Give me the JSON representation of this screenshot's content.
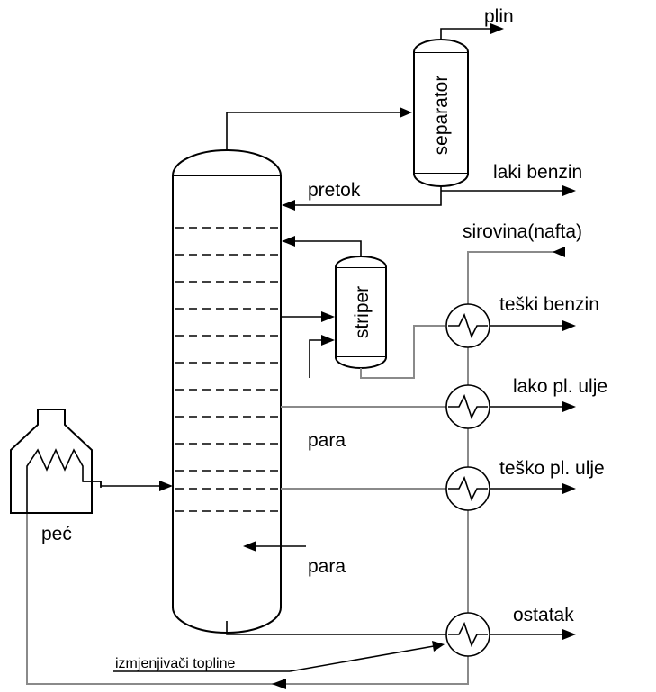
{
  "labels": {
    "plin": "plin",
    "separator": "separator",
    "laki_benzin": "laki benzin",
    "pretok": "pretok",
    "sirovina": "sirovina(nafta)",
    "striper": "striper",
    "teski_benzin": "teški benzin",
    "lako_pl_ulje": "lako pl. ulje",
    "para_1": "para",
    "tesko_pl_ulje": "teško pl. ulje",
    "pec": "peć",
    "para_2": "para",
    "ostatak": "ostatak",
    "izmjenjivaci": "izmjenjivači topline"
  }
}
